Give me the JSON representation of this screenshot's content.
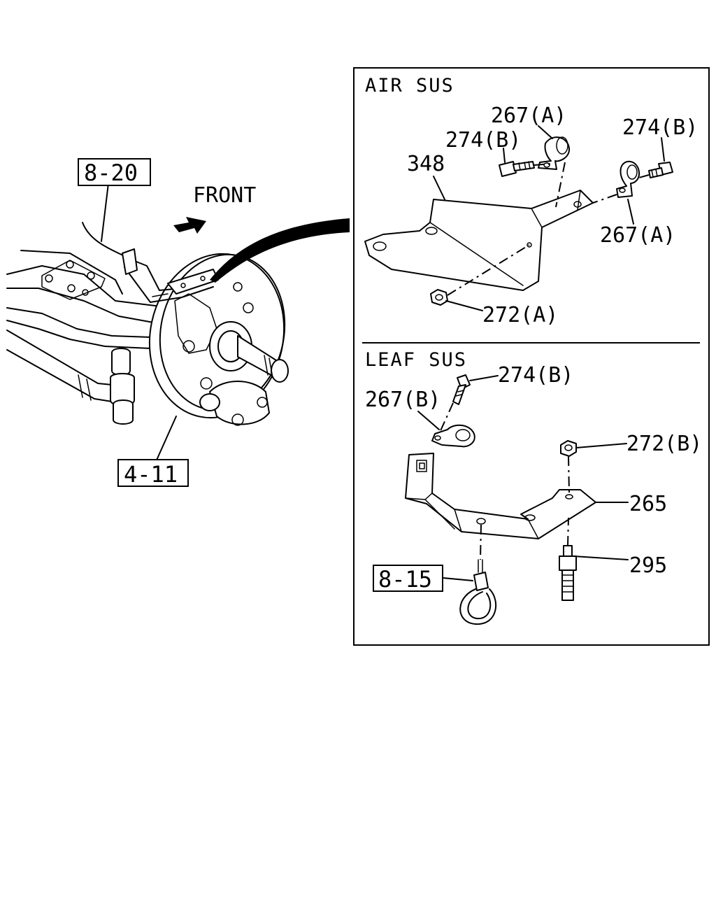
{
  "overview": {
    "front_label": "FRONT",
    "ref_top": "8-20",
    "ref_bottom": "4-11"
  },
  "air_sus": {
    "title": "AIR SUS",
    "parts": {
      "p267a_top": "267(A)",
      "p274b_left": "274(B)",
      "p274b_right": "274(B)",
      "p348": "348",
      "p267a_right": "267(A)",
      "p272a": "272(A)"
    }
  },
  "leaf_sus": {
    "title": "LEAF SUS",
    "parts": {
      "p274b": "274(B)",
      "p267b": "267(B)",
      "p272b": "272(B)",
      "p265": "265",
      "p295": "295",
      "ref_815": "8-15"
    }
  }
}
